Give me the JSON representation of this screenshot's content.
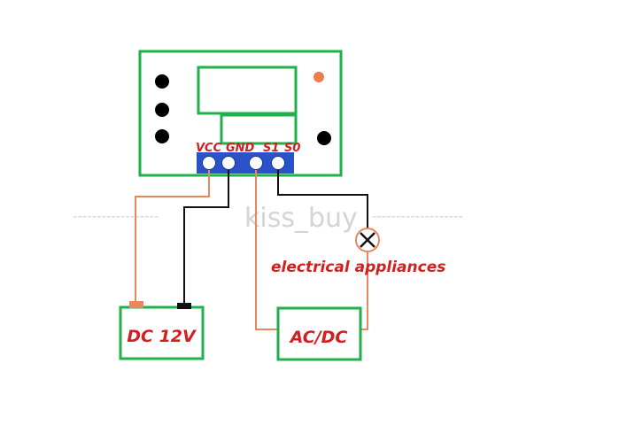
{
  "terminal_labels": {
    "vcc": "VCC",
    "gnd": "GND",
    "s1": "S1",
    "s0": "S0"
  },
  "watermark": {
    "left_dashes": "------------------",
    "text": "kiss_buy",
    "right_dashes": "-------------------"
  },
  "appliance_label": "electrical appliances",
  "boxes": {
    "dc_supply": "DC 12V",
    "ac_dc_source": "AC/DC"
  },
  "colors": {
    "board_outline": "#1fb24a",
    "terminal_block": "#2a52c9",
    "wire_orange": "#e8885f",
    "wire_black": "#111111",
    "label_red": "#d21f1f",
    "led": "#ef7a4a",
    "watermark": "#d4d4d4"
  },
  "icons": {
    "appliance": "lamp-cross-icon",
    "mounting_holes": "black-dot-icon"
  }
}
